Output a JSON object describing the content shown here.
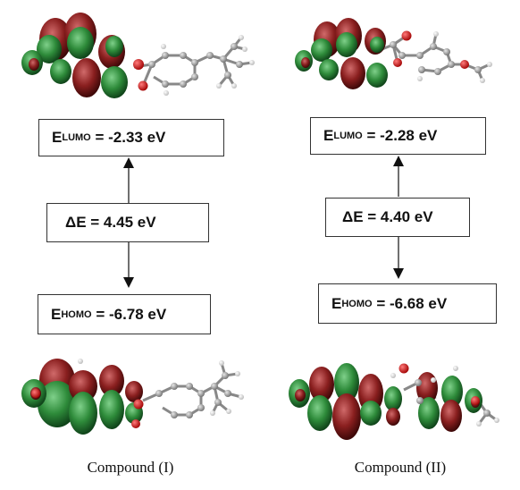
{
  "compounds": [
    {
      "lumo": {
        "symbol": "E",
        "subscript": "LUMO",
        "value": "= -2.33 eV"
      },
      "gap": "ΔE = 4.45 eV",
      "homo": {
        "symbol": "E",
        "subscript": "HOMO",
        "value": "= -6.78 eV"
      },
      "caption": "Compound (I)"
    },
    {
      "lumo": {
        "symbol": "E",
        "subscript": "LUMO",
        "value": "= -2.28 eV"
      },
      "gap": "ΔE = 4.40 eV",
      "homo": {
        "symbol": "E",
        "subscript": "HOMO",
        "value": "= -6.68 eV"
      },
      "caption": "Compound (II)"
    }
  ],
  "colors": {
    "lobe_green": "#2e8b3a",
    "lobe_red": "#8a1f1f",
    "atom_carbon": "#9a9a9a",
    "atom_oxygen": "#d21414",
    "atom_hydrogen": "#f0f0f0"
  }
}
